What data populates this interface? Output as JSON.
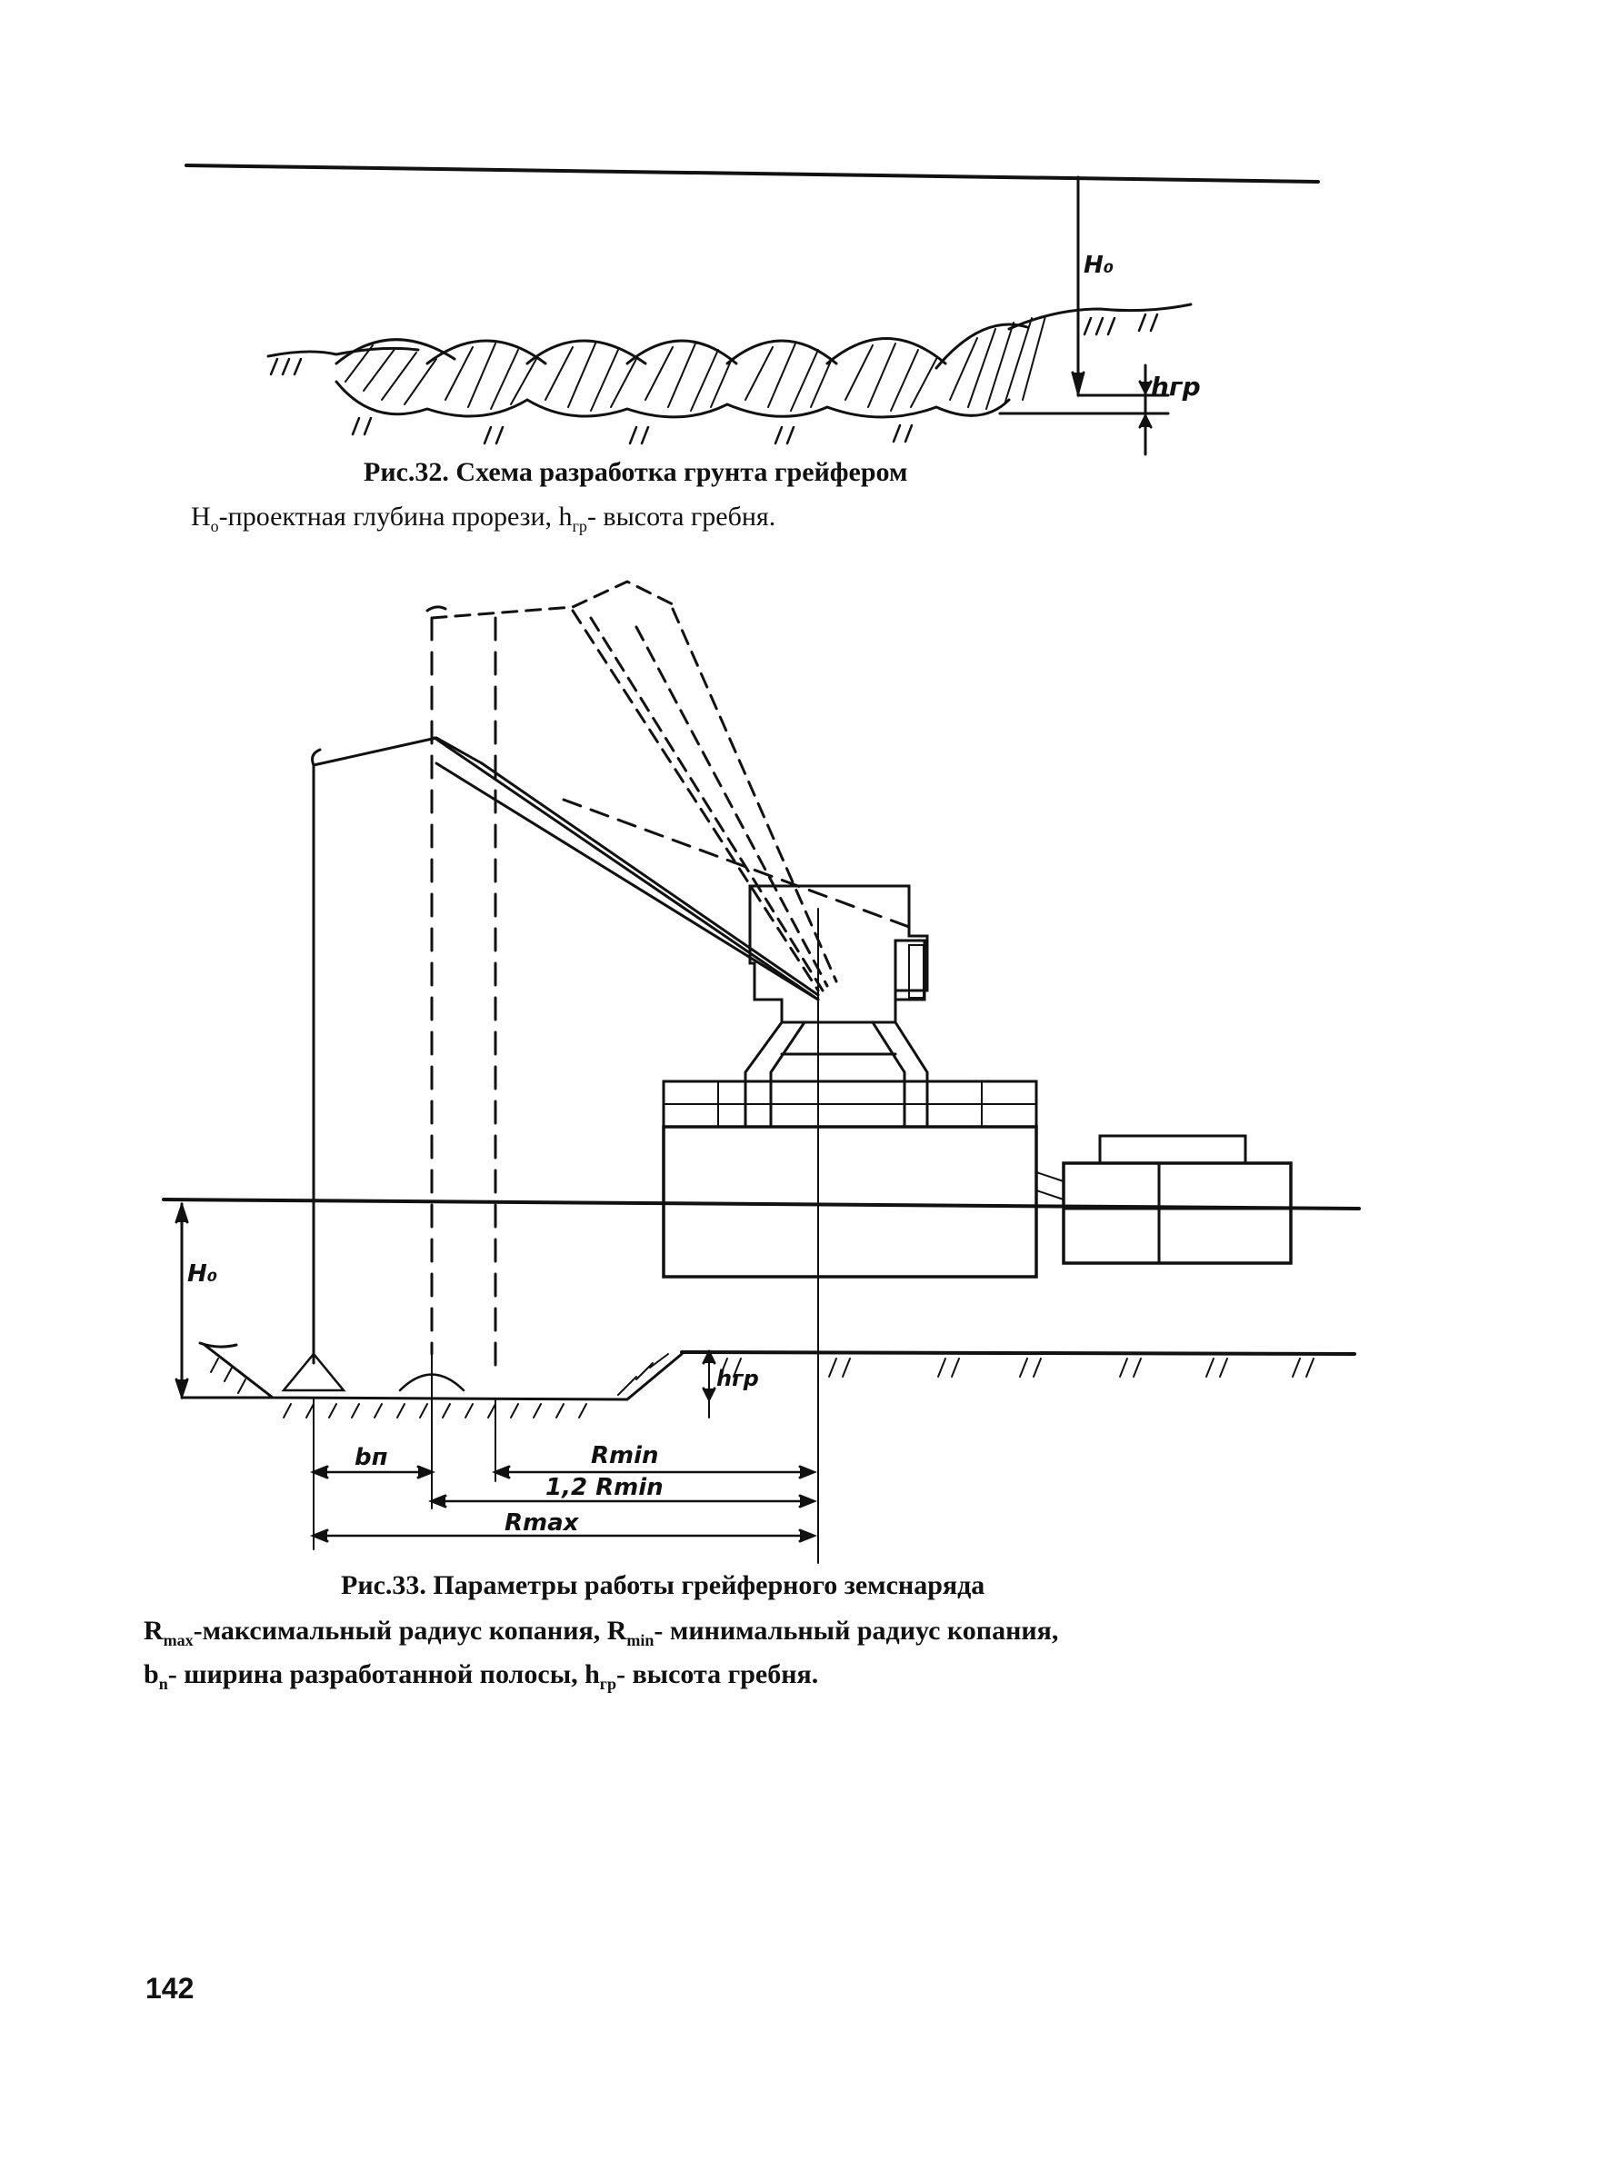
{
  "figure32": {
    "title": "Рис.32. Схема разработка грунта грейфером",
    "desc_parts": [
      "H",
      "о",
      "-проектная глубина прорези, h",
      "гр",
      "- высота гребня."
    ],
    "labels": {
      "h0": "H₀",
      "hgr": "hгр"
    }
  },
  "figure33": {
    "title": "Рис.33. Параметры работы грейферного земснаряда",
    "desc_line1_parts": [
      "R",
      "max",
      "-максимальный радиус копания, R",
      "min",
      "- минимальный радиус копания,"
    ],
    "desc_line2_parts": [
      "b",
      "n",
      "- ширина разработанной полосы, h",
      "гр",
      "- высота гребня."
    ],
    "labels": {
      "h0": "H₀",
      "hgr": "hгр",
      "bn": "bп",
      "rmin": "Rmin",
      "rmin12": "1,2 Rmin",
      "rmax": "Rmax"
    }
  },
  "page": {
    "number": "142"
  }
}
